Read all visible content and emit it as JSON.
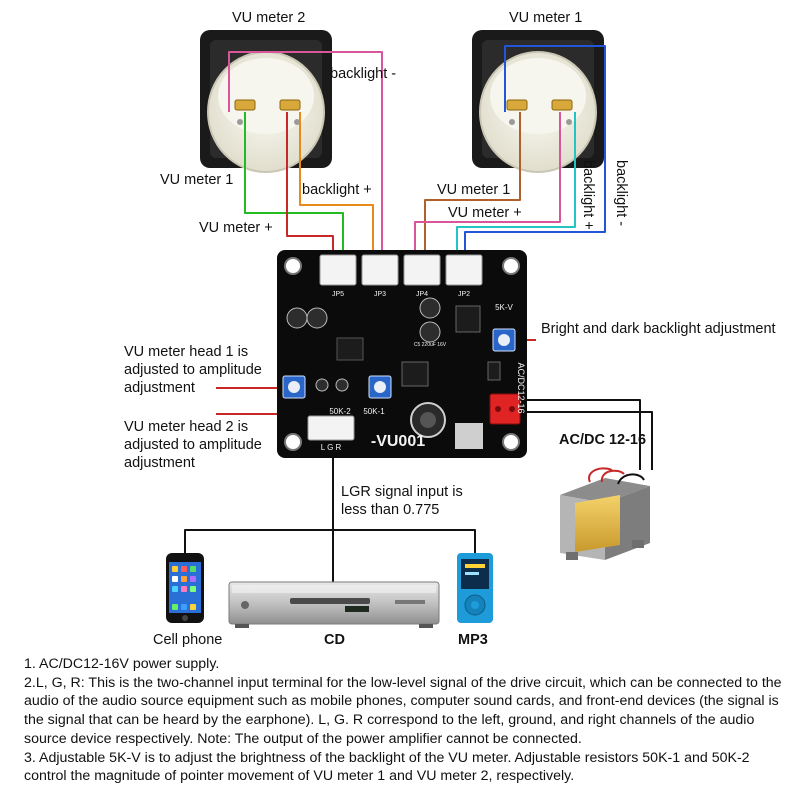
{
  "labels": {
    "vu_meter_2": "VU meter 2",
    "vu_meter_1": "VU meter 1",
    "backlight_minus_top": "backlight -",
    "vu_meter_1_left": "VU meter 1",
    "backlight_plus_left": "backlight +",
    "vu_meter_plus_left": "VU meter +",
    "vu_meter_1_mid": "VU meter 1",
    "vu_meter_plus_mid": "VU meter +",
    "backlight_plus_right": "backlight +",
    "backlight_minus_right": "backlight -",
    "bright_dark_adj": "Bright and dark backlight adjustment",
    "head1_adj": [
      "VU meter head 1 is",
      "adjusted to amplitude",
      "adjustment"
    ],
    "head2_adj": [
      "VU meter head 2 is",
      "adjusted to amplitude",
      "adjustment"
    ],
    "acdc_label": "AC/DC 12-16",
    "lgr_input": [
      "LGR signal input is",
      "less than 0.775"
    ],
    "cell_phone": "Cell phone",
    "cd": "CD",
    "mp3": "MP3"
  },
  "pcb": {
    "connectors": [
      "JP5",
      "JP3",
      "JP4",
      "JP2"
    ],
    "board_name": "-VU001",
    "acdc_mark": "AC/DC12-16",
    "pot_5kv": "5K-V",
    "pot_50k2": "50K-2",
    "pot_50k1": "50K-1",
    "lgr_pins": "L G R",
    "cap_label": "C5 220uF 16V"
  },
  "notes": [
    "1. AC/DC12-16V power supply.",
    "2.L, G, R: This is the two-channel input terminal for the low-level signal of the drive circuit, which can be connected to the audio of the audio source equipment such as mobile phones, computer sound cards, and front-end devices (the signal is the signal that can be heard by the earphone). L, G. R correspond to the left, ground, and right channels of the audio source device respectively. Note: The output of the power amplifier cannot be connected.",
    "3. Adjustable 5K-V is to adjust the brightness of the backlight of the VU meter. Adjustable resistors 50K-1 and 50K-2 control the magnitude of pointer movement of VU meter 1 and VU meter 2, respectively."
  ],
  "colors": {
    "wire_pink": "#d9569a",
    "wire_green": "#22bb22",
    "wire_red": "#c72828",
    "wire_orange": "#e88a1a",
    "wire_brown": "#b0612a",
    "wire_blue": "#2255d8",
    "wire_cyan": "#22c4c4",
    "pcb": "#0b0b0b",
    "pot_blue": "#2a66c8",
    "terminal_red": "#e02424"
  }
}
